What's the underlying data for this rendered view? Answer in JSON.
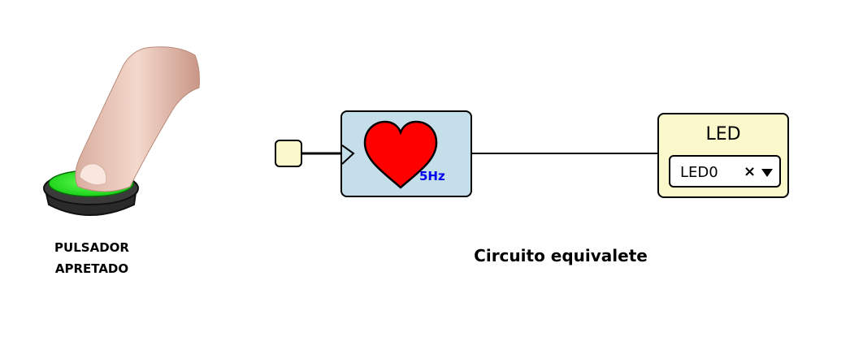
{
  "button": {
    "caption_line1": "PULSADOR",
    "caption_line2": "APRETADO",
    "button_color": "#22ee22",
    "icon": "finger-pressing-button-icon"
  },
  "circuit": {
    "caption": "Circuito equivalete",
    "heartbeat": {
      "frequency": "5Hz",
      "heart_color": "#ff0000",
      "block_color": "#c5dfea",
      "icon": "heart-icon"
    },
    "led": {
      "title": "LED",
      "selected": "LED0",
      "block_color": "#fbf8cc"
    }
  }
}
